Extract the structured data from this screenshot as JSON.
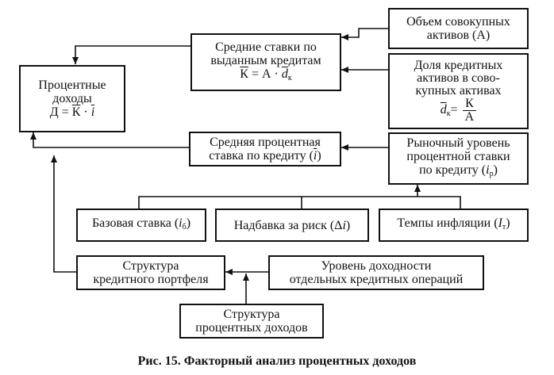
{
  "nodes": {
    "income": {
      "line1": "Процентные",
      "line2": "доходы",
      "formula_lhs": "Д = ",
      "formula_k": "К",
      "formula_dot": " · ",
      "formula_i": "i"
    },
    "avg_rates": {
      "line1": "Средние ставки по",
      "line2": "выданным кредитам",
      "f_k": "К",
      "f_eq": " = А · ",
      "f_d": "d",
      "f_sub": "к"
    },
    "total_assets": {
      "line1": "Объем совокупных",
      "line2": "активов (А)"
    },
    "credit_share": {
      "line1": "Доля кредитных",
      "line2": "активов в сово-",
      "line3": "купных активах",
      "f_d": "d",
      "f_sub": "к",
      "f_eq": "= ",
      "f_num": "К",
      "f_den": "А"
    },
    "avg_interest": {
      "line1": "Средняя процентная",
      "line2_text": "ставка по кредиту (",
      "line2_sym": "i",
      "line2_end": ")"
    },
    "market_rate": {
      "line1": "Рыночный уровень",
      "line2": "процентной ставки",
      "line3_text": "по кредиту (",
      "line3_sym": "i",
      "line3_sub": "р",
      "line3_end": ")"
    },
    "base_rate": {
      "text": "Базовая ставка (",
      "sym": "i",
      "sub": "б",
      "end": ")"
    },
    "risk_premium": {
      "text": "Надбавка за риск (Δ",
      "sym": "i",
      "end": ")"
    },
    "inflation": {
      "text": "Темпы инфляции (",
      "sym": "I",
      "sub": "т",
      "end": ")"
    },
    "portfolio": {
      "line1": "Структура",
      "line2": "кредитного портфеля"
    },
    "profitability": {
      "line1": "Уровень доходности",
      "line2": "отдельных кредитных операций"
    },
    "income_structure": {
      "line1": "Структура",
      "line2": "процентных доходов"
    }
  },
  "caption": "Рис. 15. Факторный анализ процентных доходов"
}
